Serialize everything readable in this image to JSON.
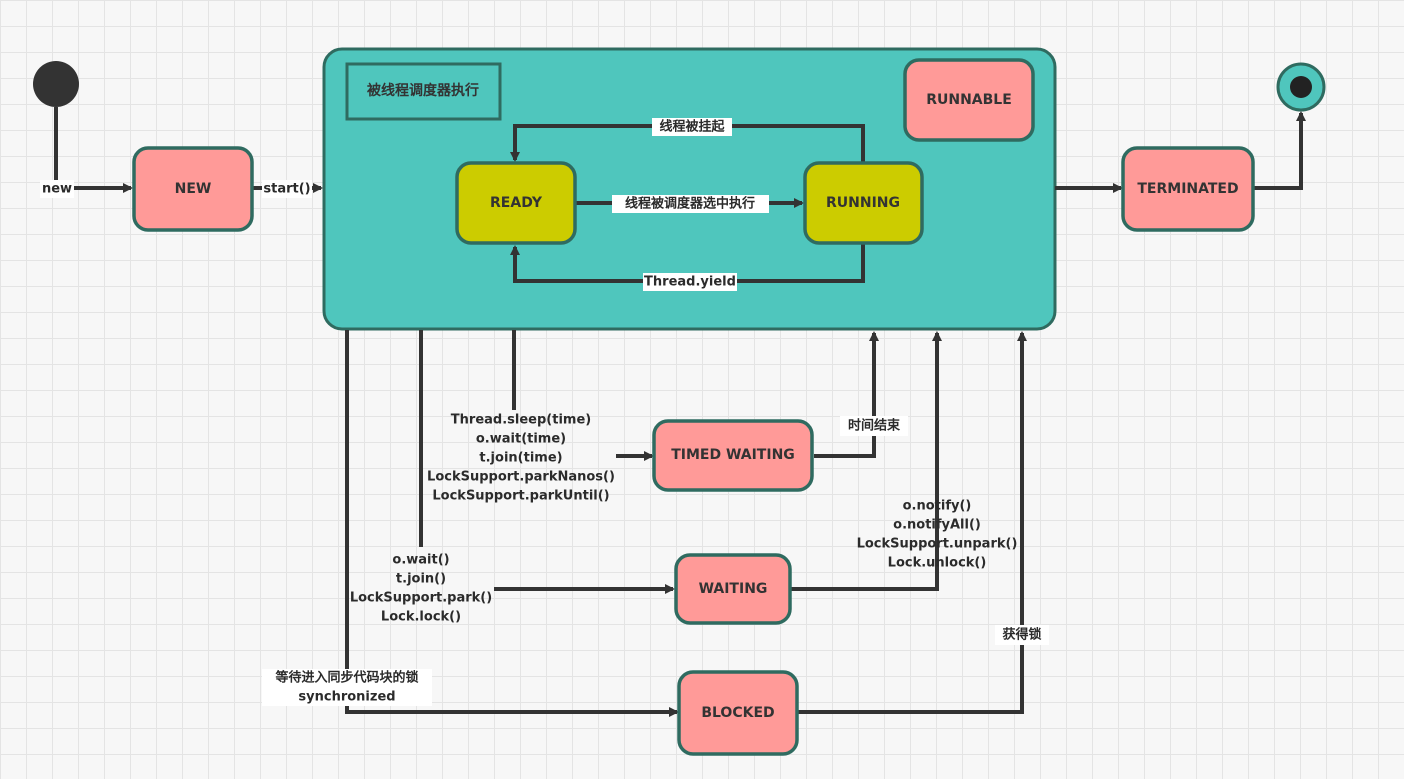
{
  "colors": {
    "state_fill": "#ff9a98",
    "state_stroke": "#2f6b60",
    "inner_fill": "#cccc00",
    "container_fill": "#4fc6bd",
    "line": "#333333",
    "start_dot": "#333333",
    "end_ring": "#4fc6bd"
  },
  "nodes": {
    "new": "NEW",
    "runnable": "RUNNABLE",
    "runnable_title": "被线程调度器执行",
    "ready": "READY",
    "running": "RUNNING",
    "terminated": "TERMINATED",
    "timed_waiting": "TIMED WAITING",
    "waiting": "WAITING",
    "blocked": "BLOCKED"
  },
  "edges": {
    "new": "new",
    "start": "start()",
    "suspended": "线程被挂起",
    "scheduled": "线程被调度器选中执行",
    "yield": "Thread.yield",
    "sleep_lines": [
      "Thread.sleep(time)",
      "o.wait(time)",
      "t.join(time)",
      "LockSupport.parkNanos()",
      "LockSupport.parkUntil()"
    ],
    "time_up": "时间结束",
    "wait_lines": [
      "o.wait()",
      "t.join()",
      "LockSupport.park()",
      "Lock.lock()"
    ],
    "notify_lines": [
      "o.notify()",
      "o.notifyAll()",
      "LockSupport.unpark()",
      "Lock.unlock()"
    ],
    "blocked_lines": [
      "等待进入同步代码块的锁",
      "synchronized"
    ],
    "acquire_lock": "获得锁"
  }
}
